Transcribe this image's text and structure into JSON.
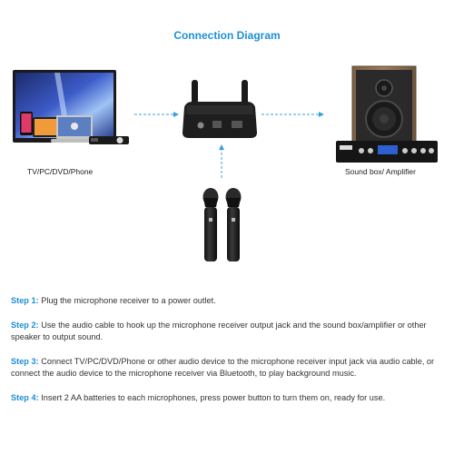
{
  "title": "Connection Diagram",
  "devices": {
    "left_label": "TV/PC/DVD/Phone",
    "right_label": "Sound box/ Amplifier"
  },
  "steps": [
    {
      "key": "Step 1:",
      "text": " Plug the microphone receiver to a power outlet."
    },
    {
      "key": "Step 2:",
      "text": " Use the audio cable to hook up the microphone receiver output jack and the sound box/amplifier or other speaker to output sound."
    },
    {
      "key": "Step 3:",
      "text": " Connect TV/PC/DVD/Phone or other audio device to the microphone receiver input jack via audio cable, or connect the audio device to the microphone receiver via Bluetooth, to play background music."
    },
    {
      "key": "Step 4:",
      "text": " Insert 2 AA batteries to each microphones, press power button to turn them on, ready for use."
    }
  ],
  "colors": {
    "accent": "#1e8fd4",
    "arrow": "#3aa0e0"
  }
}
